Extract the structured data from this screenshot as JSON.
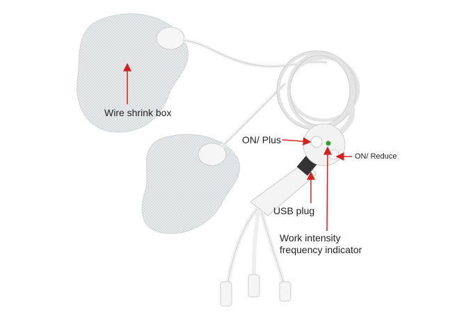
{
  "labels": {
    "wire_shrink_box": "Wire shrink box",
    "on_plus": "ON/ Plus",
    "on_reduce": "ON/ Reduce",
    "usb_plug": "USB plug",
    "indicator_line1": "Work intensity",
    "indicator_line2": "frequency indicator"
  },
  "colors": {
    "arrow": "#d42020",
    "indicator_led": "#2ea02e",
    "device": "#f2f2f2"
  }
}
